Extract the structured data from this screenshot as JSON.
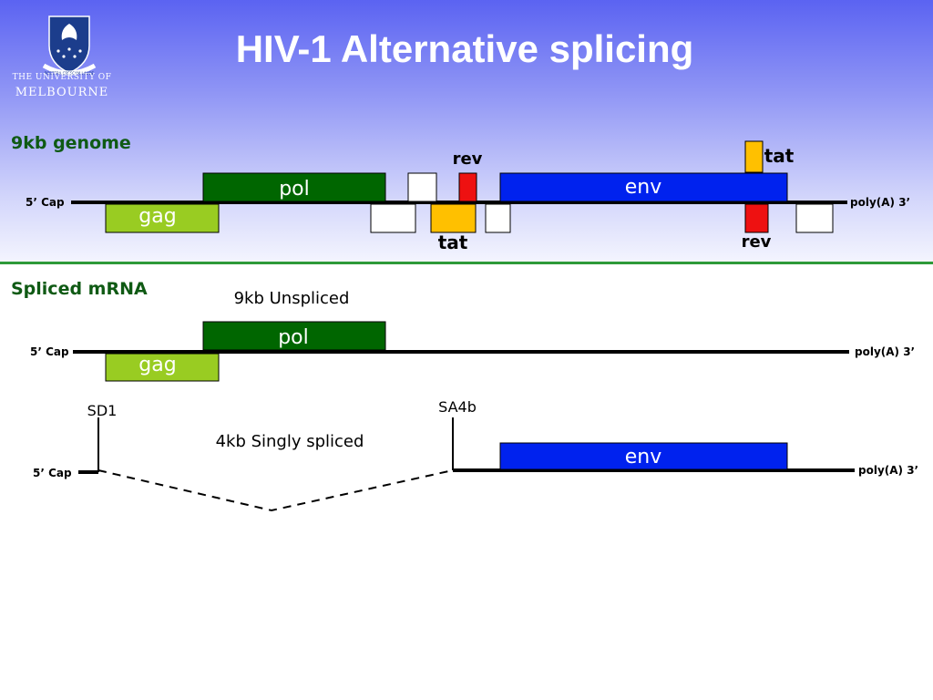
{
  "title": "HIV-1 Alternative splicing",
  "logo": {
    "line1": "THE UNIVERSITY OF",
    "line2": "MELBOURNE",
    "motto": "POSTERA CRESCAM LAUDE"
  },
  "colors": {
    "gag": "#99cc22",
    "pol": "#006600",
    "env": "#0022ee",
    "rev": "#ee1111",
    "tat": "#ffc000",
    "section": "#0f5a14"
  },
  "genome": {
    "section_label": "9kb genome",
    "cap": "5’ Cap",
    "polya": "poly(A) 3’",
    "genes": {
      "gag": "gag",
      "pol": "pol",
      "env": "env",
      "rev_top": "rev",
      "tat_top": "tat",
      "tat_bottom": "tat",
      "rev_bottom": "rev"
    }
  },
  "spliced": {
    "section_label": "Spliced mRNA",
    "unspliced": {
      "label": "9kb Unspliced",
      "cap": "5’ Cap",
      "polya": "poly(A) 3’",
      "pol": "pol",
      "gag": "gag"
    },
    "singly": {
      "label": "4kb Singly spliced",
      "donor": "SD1",
      "acceptor": "SA4b",
      "cap": "5’ Cap",
      "polya": "poly(A) 3’",
      "env": "env"
    }
  }
}
